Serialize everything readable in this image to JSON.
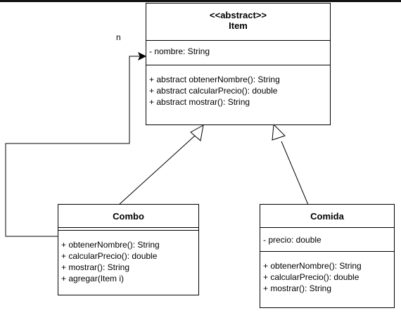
{
  "diagram": {
    "classes": {
      "item": {
        "stereotype": "<<abstract>>",
        "name": "Item",
        "attributes": [
          "- nombre: String"
        ],
        "methods": [
          "+ abstract obtenerNombre(): String",
          "+ abstract calcularPrecio(): double",
          "+ abstract mostrar(): String"
        ]
      },
      "combo": {
        "name": "Combo",
        "attributes": [],
        "methods": [
          "+ obtenerNombre(): String",
          "+ calcularPrecio(): double",
          "+ mostrar(): String",
          "+ agregar(Item i)"
        ]
      },
      "comida": {
        "name": "Comida",
        "attributes": [
          "- precio: double"
        ],
        "methods": [
          "+ obtenerNombre(): String",
          "+ calcularPrecio(): double",
          "+ mostrar(): String"
        ]
      }
    },
    "association": {
      "multiplicity": "n"
    },
    "colors": {
      "line": "#000000",
      "background": "#ffffff"
    }
  }
}
